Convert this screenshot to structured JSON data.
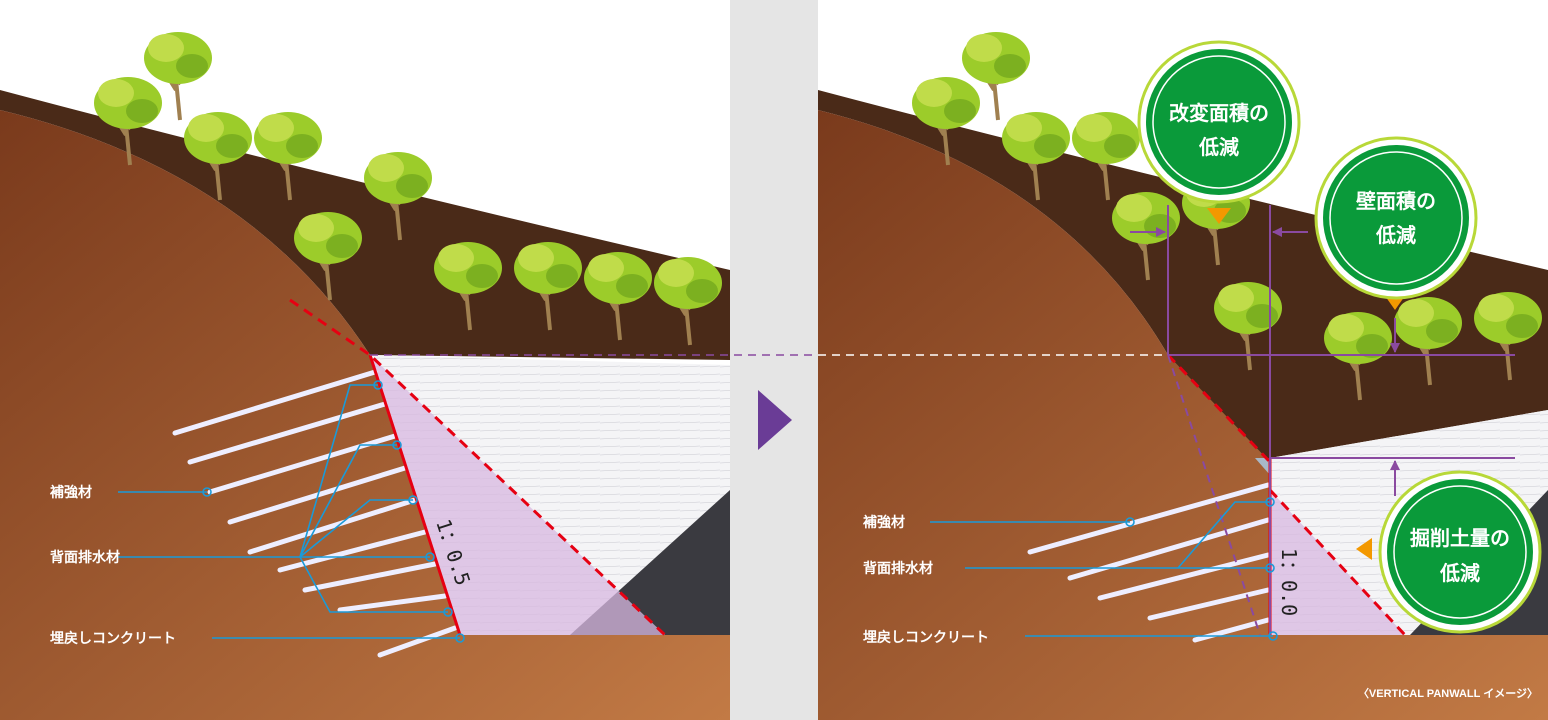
{
  "left_panel": {
    "labels": {
      "reinforcement": "補強材",
      "drainage": "背面排水材",
      "backfill": "埋戻しコンクリート"
    },
    "ratio": "1：0.5"
  },
  "right_panel": {
    "labels": {
      "reinforcement": "補強材",
      "drainage": "背面排水材",
      "backfill": "埋戻しコンクリート"
    },
    "ratio": "1：0.0",
    "badges": [
      {
        "line1": "改変面積の",
        "line2": "低減"
      },
      {
        "line1": "壁面積の",
        "line2": "低減"
      },
      {
        "line1": "掘削土量の",
        "line2": "低減"
      }
    ],
    "caption": "〈VERTICAL PANWALL イメージ〉"
  },
  "divider_icon": "triangle-right-icon",
  "colors": {
    "soil": "#a85a30",
    "topsoil": "#4a2a18",
    "tree": "#9ccc2a",
    "badge": "#0a9a3a",
    "slope_line": "#e60012",
    "dimension": "#8a4aa0",
    "leader": "#1a9ad8",
    "arrow": "#f39800",
    "divider": "#e5e5e5"
  }
}
